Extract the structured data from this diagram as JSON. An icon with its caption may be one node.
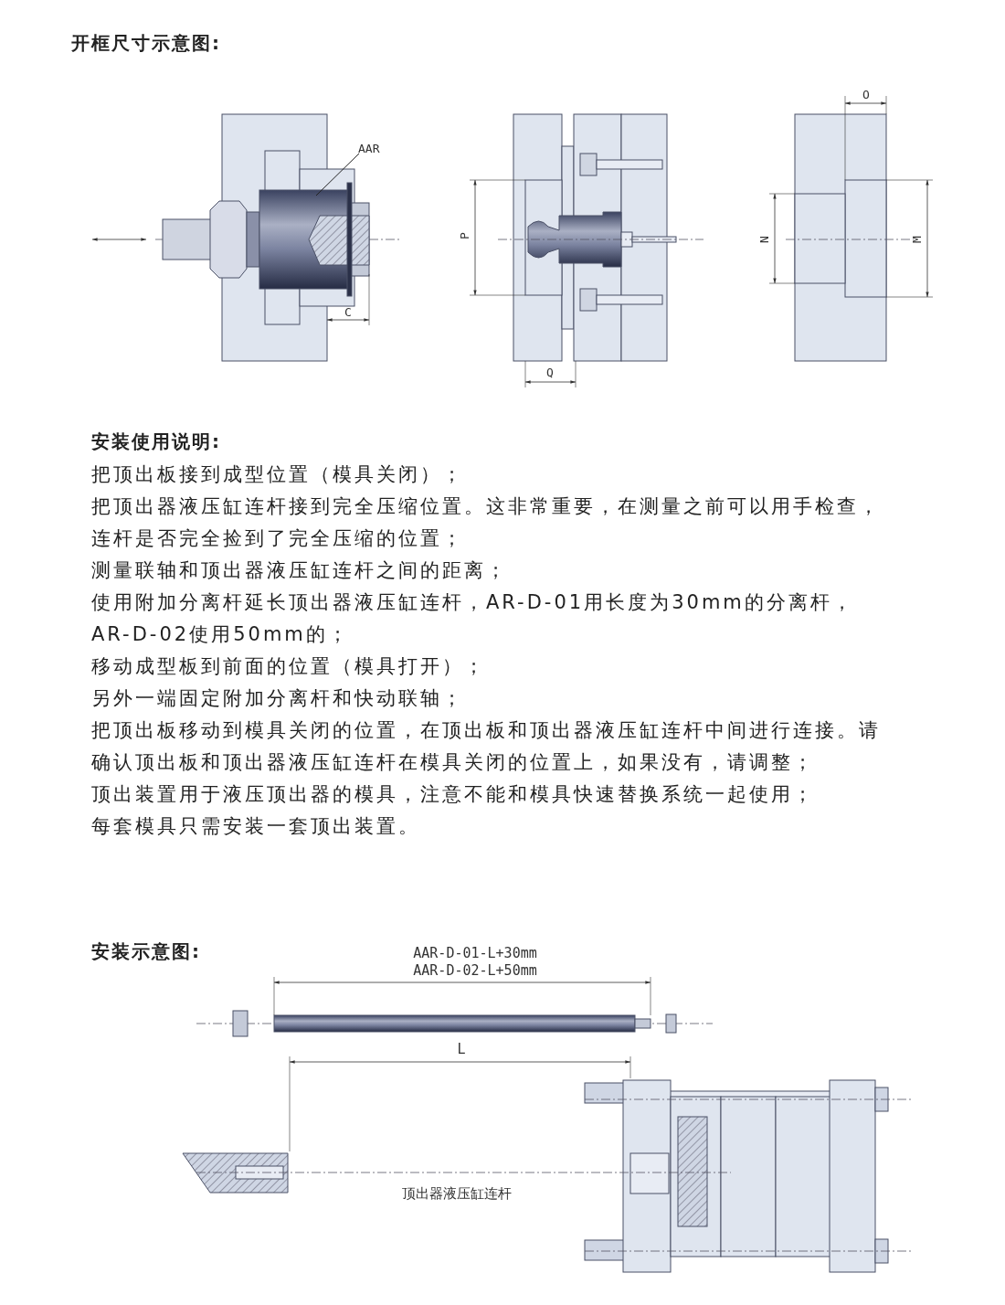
{
  "diagram": {
    "title": "开框尺寸示意图:",
    "nodes": [
      {
        "text": [
          "AAR"
        ]
      },
      {
        "text": [],
        "shape": "picture"
      }
    ],
    "edges": [
      {
        "from": 0,
        "to": 1,
        "arrow": "none"
      }
    ],
    "labels": [
      "C",
      "P",
      "Q",
      "O",
      "N",
      "M",
      "安装使用说明:",
      "把顶出板接到成型位置（模具关闭）；",
      "把顶出器液压缸连杆接到完全压缩位置。这非常重要，在测量之前可以用手检查，连杆是否完全捡到了完全压缩的位置；",
      "测量联轴和顶出器液压缸连杆之间的距离；",
      "使用附加分离杆延长顶出器液压缸连杆，AR-D-01用长度为30mm的分离杆，AR-D-02使用50mm的；",
      "移动成型板到前面的位置（模具打开）；",
      "另外一端固定附加分离杆和快动联轴；",
      "把顶出板移动到模具关闭的位置，在顶出板和顶出器液压缸连杆中间进行连接。请确认顶出板和顶出器液压缸连杆在模具关闭的位置上，如果没有，请调整；",
      "顶出装置用于液压顶出器的模具，注意不能和模具快速替换系统一起使用；",
      "每套模具只需安装一套顶出装置。",
      "安装示意图:",
      "AAR-D-01-L+30mm",
      "AAR-D-02-L+50mm",
      "L",
      "顶出器液压缸连杆"
    ]
  }
}
